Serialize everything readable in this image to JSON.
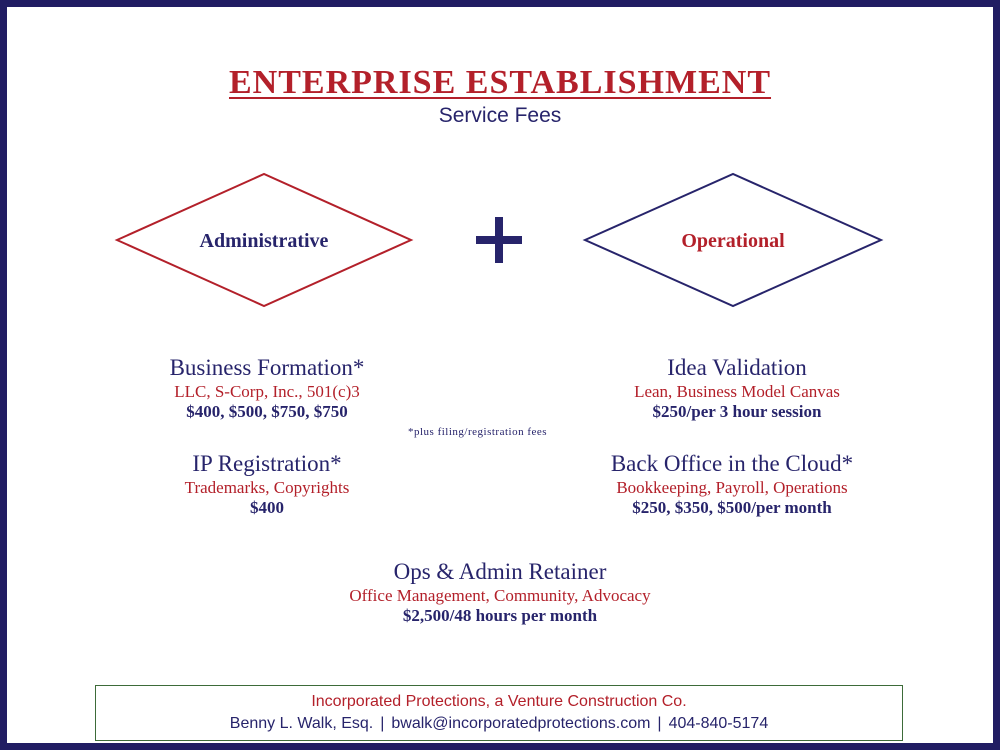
{
  "header": {
    "title": "ENTERPRISE ESTABLISHMENT",
    "subtitle": "Service Fees"
  },
  "diagram": {
    "left_label": "Administrative",
    "operator": "+",
    "right_label": "Operational"
  },
  "services": {
    "business_formation": {
      "name": "Business Formation*",
      "detail": "LLC, S-Corp, Inc., 501(c)3",
      "price": "$400, $500, $750, $750"
    },
    "idea_validation": {
      "name": "Idea Validation",
      "detail": "Lean, Business Model Canvas",
      "price": "$250/per 3 hour session"
    },
    "ip_registration": {
      "name": "IP Registration*",
      "detail": "Trademarks, Copyrights",
      "price": "$400"
    },
    "back_office": {
      "name": "Back Office in the Cloud*",
      "detail": "Bookkeeping, Payroll, Operations",
      "price": "$250, $350, $500/per month"
    },
    "retainer": {
      "name": "Ops & Admin Retainer",
      "detail": "Office Management, Community, Advocacy",
      "price": "$2,500/48 hours per month"
    }
  },
  "note": "*plus filing/registration fees",
  "footer": {
    "company": "Incorporated Protections, a Venture Construction Co.",
    "contact_name": "Benny L. Walk, Esq.",
    "email": "bwalk@incorporatedprotections.com",
    "phone": "404-840-5174",
    "separator": "|"
  },
  "colors": {
    "navy": "#27246b",
    "red": "#b3202a",
    "border": "#211d63",
    "footer_border": "#3d6b39"
  }
}
